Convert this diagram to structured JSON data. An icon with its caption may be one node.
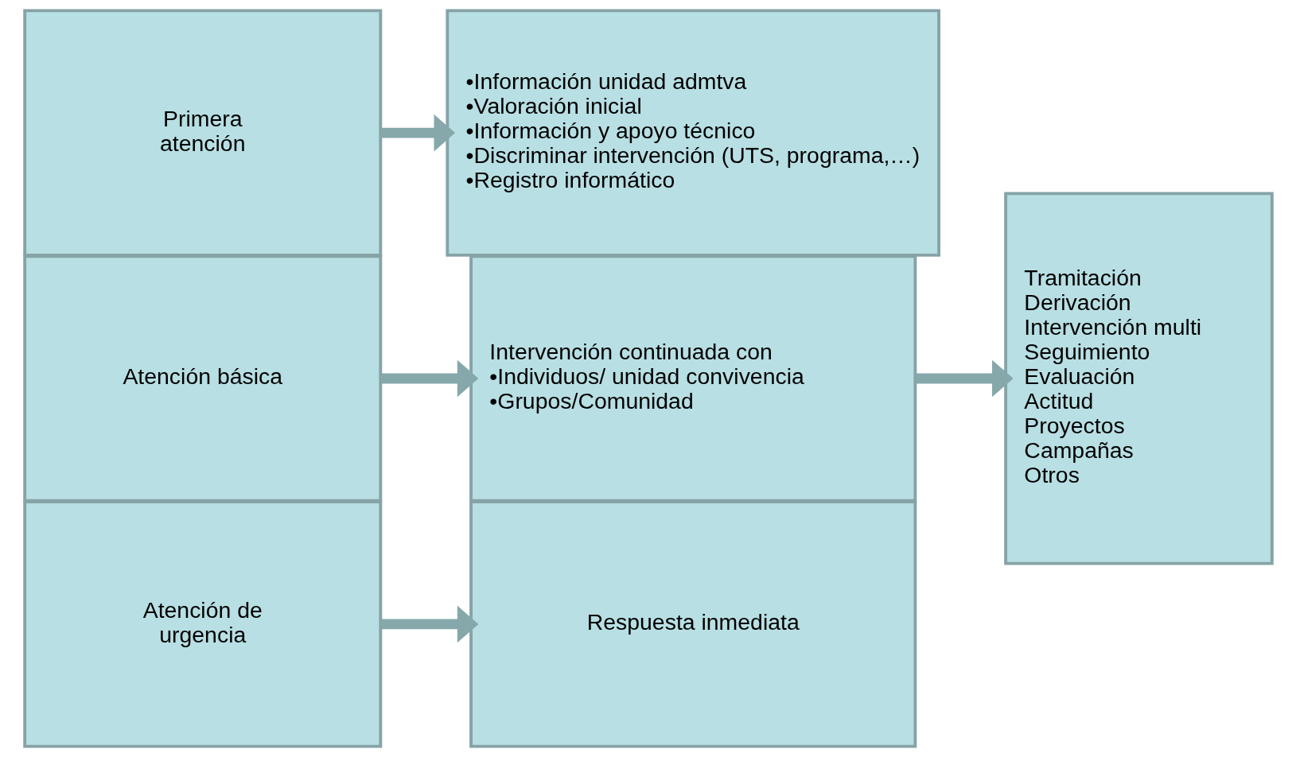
{
  "diagram": {
    "nodes": [
      {
        "text": [
          "Primera atención"
        ]
      },
      {
        "text": [
          "Atención básica"
        ]
      },
      {
        "text": [
          "Atención de urgencia"
        ]
      },
      {
        "text": [
          "•Información unidad admtva",
          "•Valoración inicial",
          "•Información y apoyo técnico",
          "•Discriminar intervención (UTS, programa,…)",
          "•Registro informático"
        ]
      },
      {
        "text": [
          "Intervención continuada con",
          "•Individuos/ unidad convivencia",
          "•Grupos/Comunidad"
        ]
      },
      {
        "text": [
          "Respuesta inmediata"
        ]
      },
      {
        "text": [
          "Tramitación",
          "Derivación",
          "Intervención multi",
          "Seguimiento",
          "Evaluación",
          "Actitud",
          "Proyectos",
          "Campañas",
          "Otros"
        ]
      }
    ],
    "edges": [
      {
        "from": 0,
        "to": 3,
        "arrow": "to"
      },
      {
        "from": 1,
        "to": 4,
        "arrow": "to"
      },
      {
        "from": 2,
        "to": 5,
        "arrow": "to"
      },
      {
        "from": 4,
        "to": 6,
        "arrow": "to"
      }
    ]
  }
}
